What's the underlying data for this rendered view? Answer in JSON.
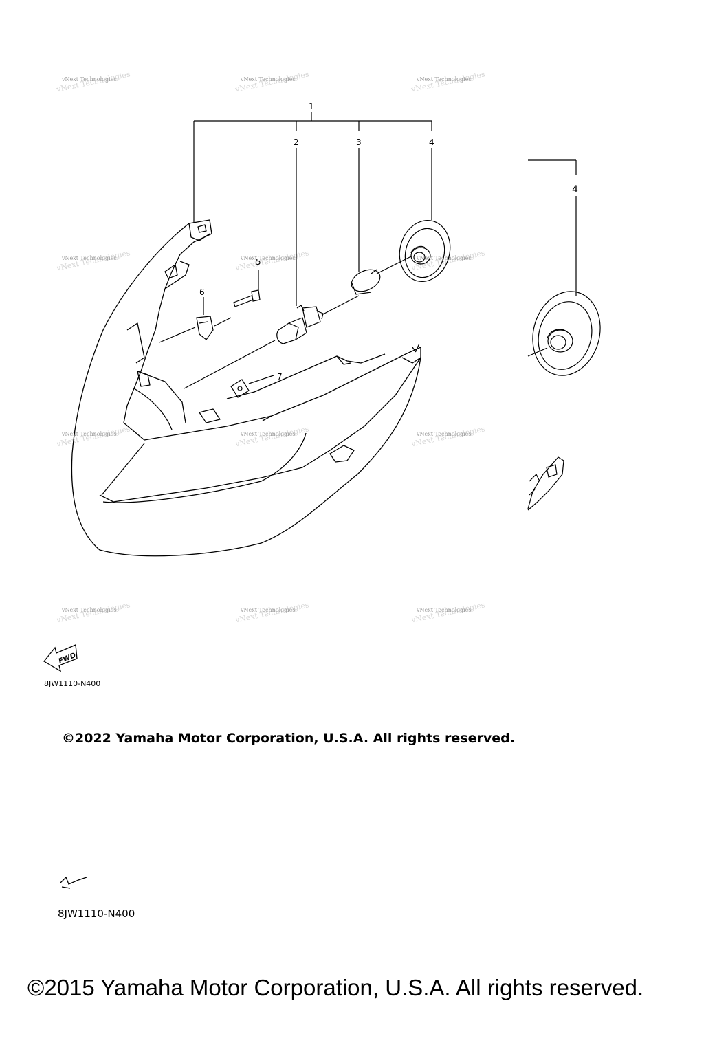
{
  "parts": {
    "p1": "1",
    "p2": "2",
    "p3": "3",
    "p4": "4",
    "p4_detail": "4",
    "p5": "5",
    "p6": "6",
    "p7": "7"
  },
  "watermark": {
    "text": "vNext Technologies"
  },
  "fwd_label": "FWD",
  "diagram_code_primary": "8JW1110-N400",
  "diagram_code_secondary": "8JW1110-N400",
  "copyright_primary": "©2022 Yamaha Motor Corporation, U.S.A. All rights reserved.",
  "copyright_secondary": "©2015 Yamaha Motor Corporation, U.S.A. All rights reserved.",
  "colors": {
    "line": "#000000",
    "watermark": "#9a9a9a"
  }
}
